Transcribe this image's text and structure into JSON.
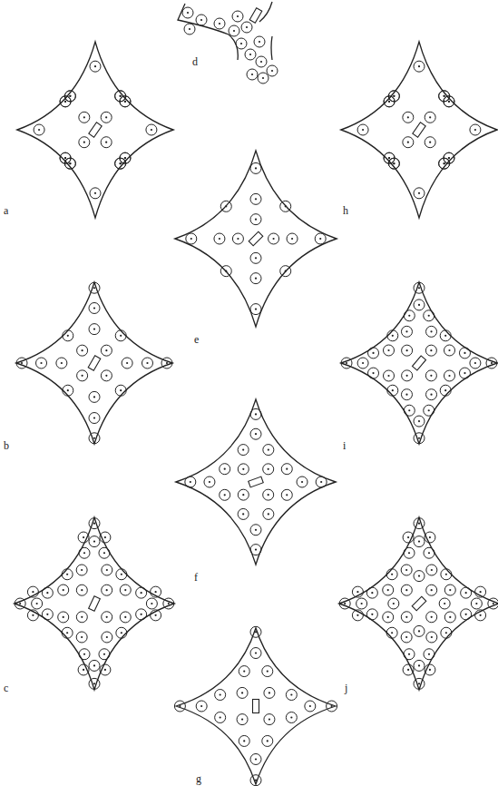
{
  "diagram": {
    "labels": [
      "d",
      "a",
      "h",
      "e",
      "b",
      "i",
      "f",
      "c",
      "j",
      "g"
    ]
  }
}
